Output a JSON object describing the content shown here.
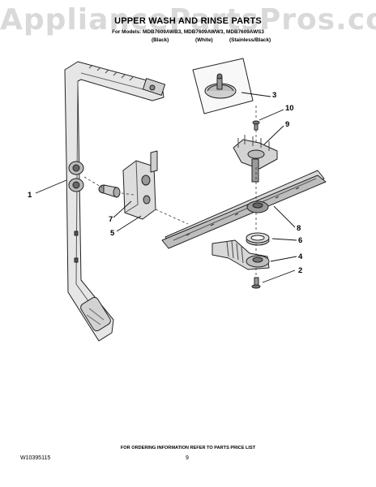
{
  "watermark": "AppliancePartsPros.com",
  "header": {
    "title": "UPPER WASH AND RINSE PARTS",
    "models_line": "For Models: MDB7609AWB3, MDB7609AWW3, MDB7609AWS3",
    "colors": [
      "(Black)",
      "(White)",
      "(Stainless/Black)"
    ]
  },
  "callouts": [
    "1",
    "2",
    "3",
    "4",
    "5",
    "6",
    "7",
    "8",
    "9",
    "10"
  ],
  "footer": {
    "ordering_note": "FOR ORDERING INFORMATION REFER TO PARTS PRICE LIST",
    "document_number": "W10395115",
    "page_number": "9"
  }
}
